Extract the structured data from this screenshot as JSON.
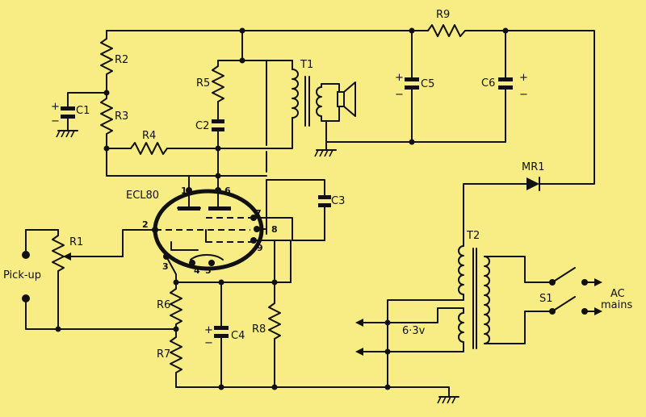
{
  "labels": {
    "r1": "R1",
    "r2": "R2",
    "r3": "R3",
    "r4": "R4",
    "r5": "R5",
    "r6": "R6",
    "r7": "R7",
    "r8": "R8",
    "r9": "R9",
    "c1": "C1",
    "c2": "C2",
    "c3": "C3",
    "c4": "C4",
    "c5": "C5",
    "c6": "C6",
    "t1": "T1",
    "t2": "T2",
    "mr1": "MR1",
    "s1": "S1",
    "tube": "ECL80",
    "pickup": "Pick-up",
    "heater": "6·3v",
    "ac_line1": "AC",
    "ac_line2": "mains",
    "pins": {
      "p1": "1",
      "p2": "2",
      "p3": "3",
      "p4": "4",
      "p5": "5",
      "p6": "6",
      "p7": "7",
      "p8": "8",
      "p9": "9"
    },
    "plus": "+",
    "minus": "−"
  }
}
